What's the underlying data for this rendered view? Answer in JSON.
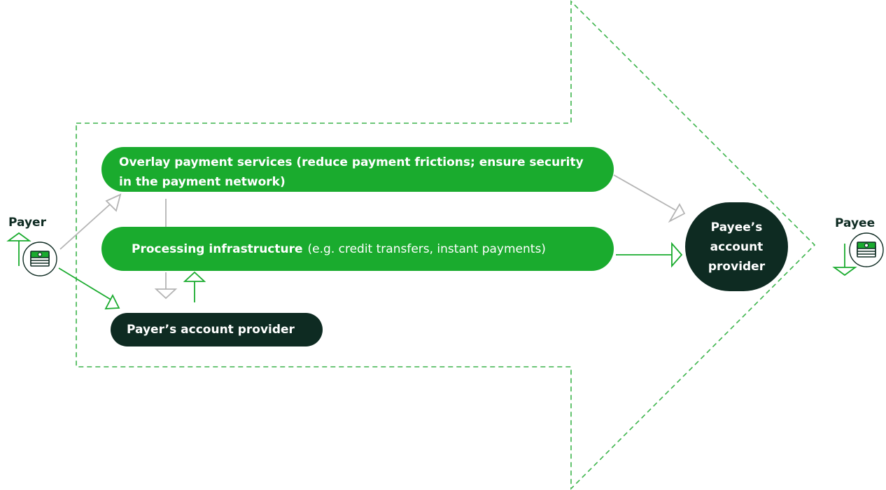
{
  "colors": {
    "green": "#1aab2e",
    "dark": "#0e2b22",
    "grey_arrow": "#b4b4b4",
    "dashed_outline": "#3cb44b"
  },
  "payer": {
    "label": "Payer",
    "icon": "cash-stack-icon"
  },
  "payee": {
    "label": "Payee",
    "icon": "cash-stack-icon"
  },
  "boxes": {
    "overlay": {
      "line1": "Overlay payment services (reduce payment frictions; ensure security",
      "line2": "in the payment network)"
    },
    "processing": {
      "title": "Processing infrastructure",
      "detail": "(e.g. credit transfers, instant payments)"
    },
    "payer_provider": {
      "label": "Payer’s account provider"
    },
    "payee_provider": {
      "line1": "Payee’s",
      "line2": "account",
      "line3": "provider"
    }
  }
}
